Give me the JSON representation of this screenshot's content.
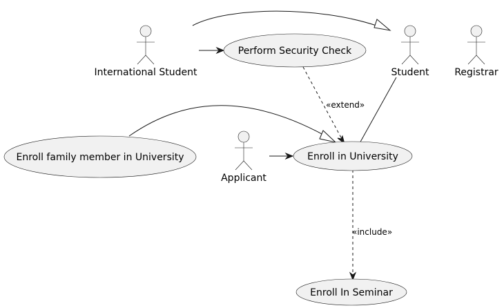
{
  "actors": {
    "international_student": "International Student",
    "student": "Student",
    "registrar": "Registrar",
    "applicant": "Applicant"
  },
  "use_cases": {
    "perform_security_check": "Perform Security Check",
    "enroll_family_member": "Enroll family member in University",
    "enroll_in_university": "Enroll in University",
    "enroll_in_seminar": "Enroll In Seminar"
  },
  "stereotypes": {
    "extend": "«extend»",
    "include": "«include»"
  }
}
